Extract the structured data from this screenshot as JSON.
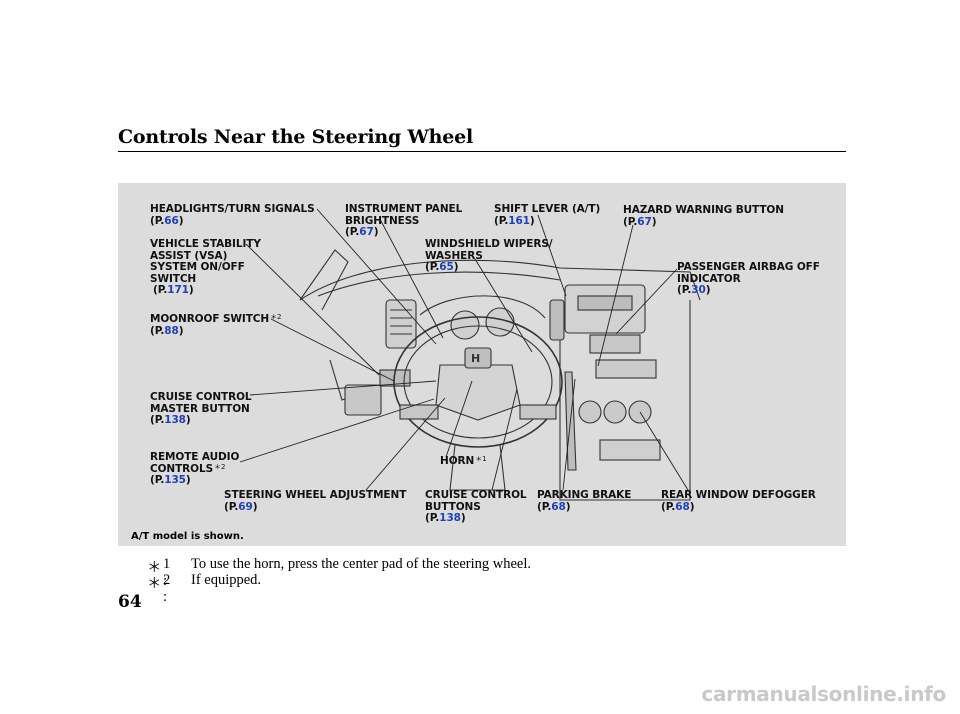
{
  "title": "Controls Near the Steering Wheel",
  "page_number": "64",
  "caption": "A/T model is shown.",
  "watermark": "carmanualsonline.info",
  "page_prefix": "(P.",
  "page_suffix": ")",
  "labels": {
    "headlights": {
      "lines": [
        "HEADLIGHTS/TURN SIGNALS"
      ],
      "page": "66"
    },
    "vsa": {
      "lines": [
        "VEHICLE STABILITY",
        "ASSIST (VSA)",
        "SYSTEM ON/OFF",
        "SWITCH"
      ],
      "page": "171"
    },
    "moonroof": {
      "lines": [
        "MOONROOF SWITCH"
      ],
      "sup": "＊2",
      "page": "88"
    },
    "cruise_master": {
      "lines": [
        "CRUISE CONTROL",
        "MASTER BUTTON"
      ],
      "page": "138"
    },
    "remote_audio": {
      "lines": [
        "REMOTE AUDIO",
        "CONTROLS"
      ],
      "sup": "＊2",
      "page": "135"
    },
    "steering_adj": {
      "lines": [
        "STEERING WHEEL ADJUSTMENT"
      ],
      "page": "69"
    },
    "instrument": {
      "lines": [
        "INSTRUMENT PANEL",
        "BRIGHTNESS"
      ],
      "page": "67"
    },
    "wipers": {
      "lines": [
        "WINDSHIELD WIPERS/",
        "WASHERS"
      ],
      "page": "65"
    },
    "horn": {
      "lines": [
        "HORN"
      ],
      "sup": "＊1"
    },
    "cruise_buttons": {
      "lines": [
        "CRUISE CONTROL",
        "BUTTONS"
      ],
      "page": "138"
    },
    "shift": {
      "lines": [
        "SHIFT LEVER (A/T)"
      ],
      "page": "161"
    },
    "parking": {
      "lines": [
        "PARKING BRAKE"
      ],
      "page": "68"
    },
    "hazard": {
      "lines": [
        "HAZARD WARNING BUTTON"
      ],
      "page": "67"
    },
    "airbag": {
      "lines": [
        "PASSENGER AIRBAG OFF",
        "INDICATOR"
      ],
      "page": "30"
    },
    "defogger": {
      "lines": [
        "REAR WINDOW DEFOGGER"
      ],
      "page": "68"
    }
  },
  "notes": [
    {
      "star": "＊",
      "mark": "1 :",
      "text": "To use the horn, press the center pad of the steering wheel."
    },
    {
      "star": "＊",
      "mark": "2 :",
      "text": "If equipped."
    }
  ]
}
